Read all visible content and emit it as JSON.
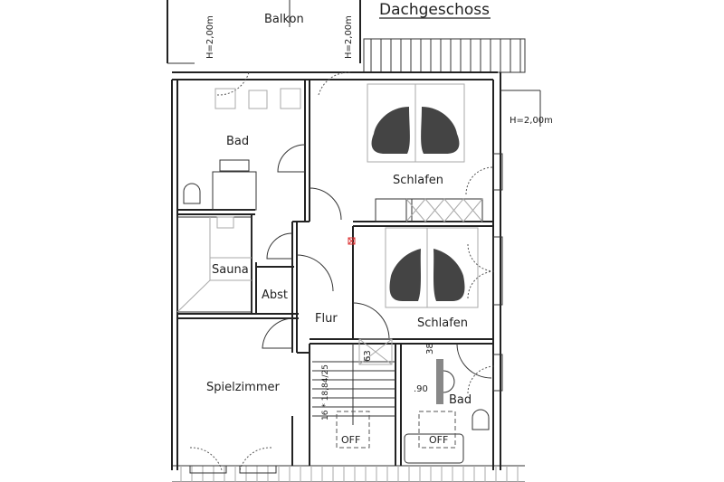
{
  "title": "Dachgeschoss",
  "rooms": {
    "balkon": "Balkon",
    "bad_top": "Bad",
    "schlafen_top": "Schlafen",
    "sauna": "Sauna",
    "abst": "Abst",
    "flur": "Flur",
    "schlafen_bottom": "Schlafen",
    "spielzimmer": "Spielzimmer",
    "bad_bottom": "Bad"
  },
  "annotations": {
    "height_left": "H=2,00m",
    "height_mid": "H=2,00m",
    "height_right": "H=2,00m",
    "stairs": "16 * 18,84/25",
    "shaft_63": "63",
    "shaft_38": "38",
    "dim_90": ".90",
    "off_stairs": "OFF",
    "off_bath": "OFF"
  }
}
